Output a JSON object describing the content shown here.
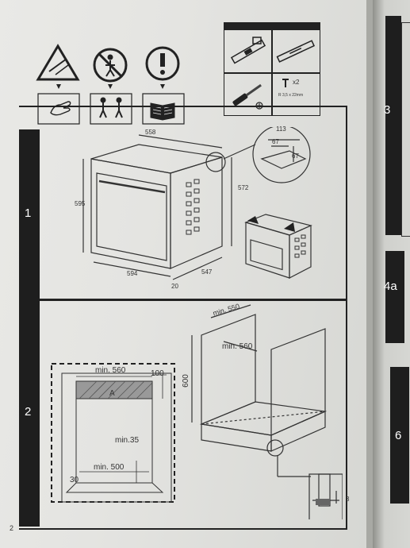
{
  "page_number": "2",
  "tools": {
    "screw_count": "x2",
    "screw_spec": "R 3,5 x 22mm"
  },
  "step1": {
    "number": "1",
    "dim_width_top": "558",
    "dim_height_left": "595",
    "dim_height_right": "572",
    "dim_width_bottom": "594",
    "dim_depth": "547",
    "dim_door": "20",
    "detail_113": "113",
    "detail_67a": "67",
    "detail_67b": "67"
  },
  "step2": {
    "number": "2",
    "min_560": "min. 560",
    "dim_100": "100",
    "area_a": "A",
    "min_35": "min.35",
    "min_500": "min. 500",
    "dim_30": "30",
    "cab_min_550": "min. 550",
    "cab_min_560": "min. 560",
    "cab_600": "600",
    "detail_3": "3"
  },
  "right_steps": {
    "s3": "3",
    "s4a": "4a",
    "s6": "6"
  }
}
